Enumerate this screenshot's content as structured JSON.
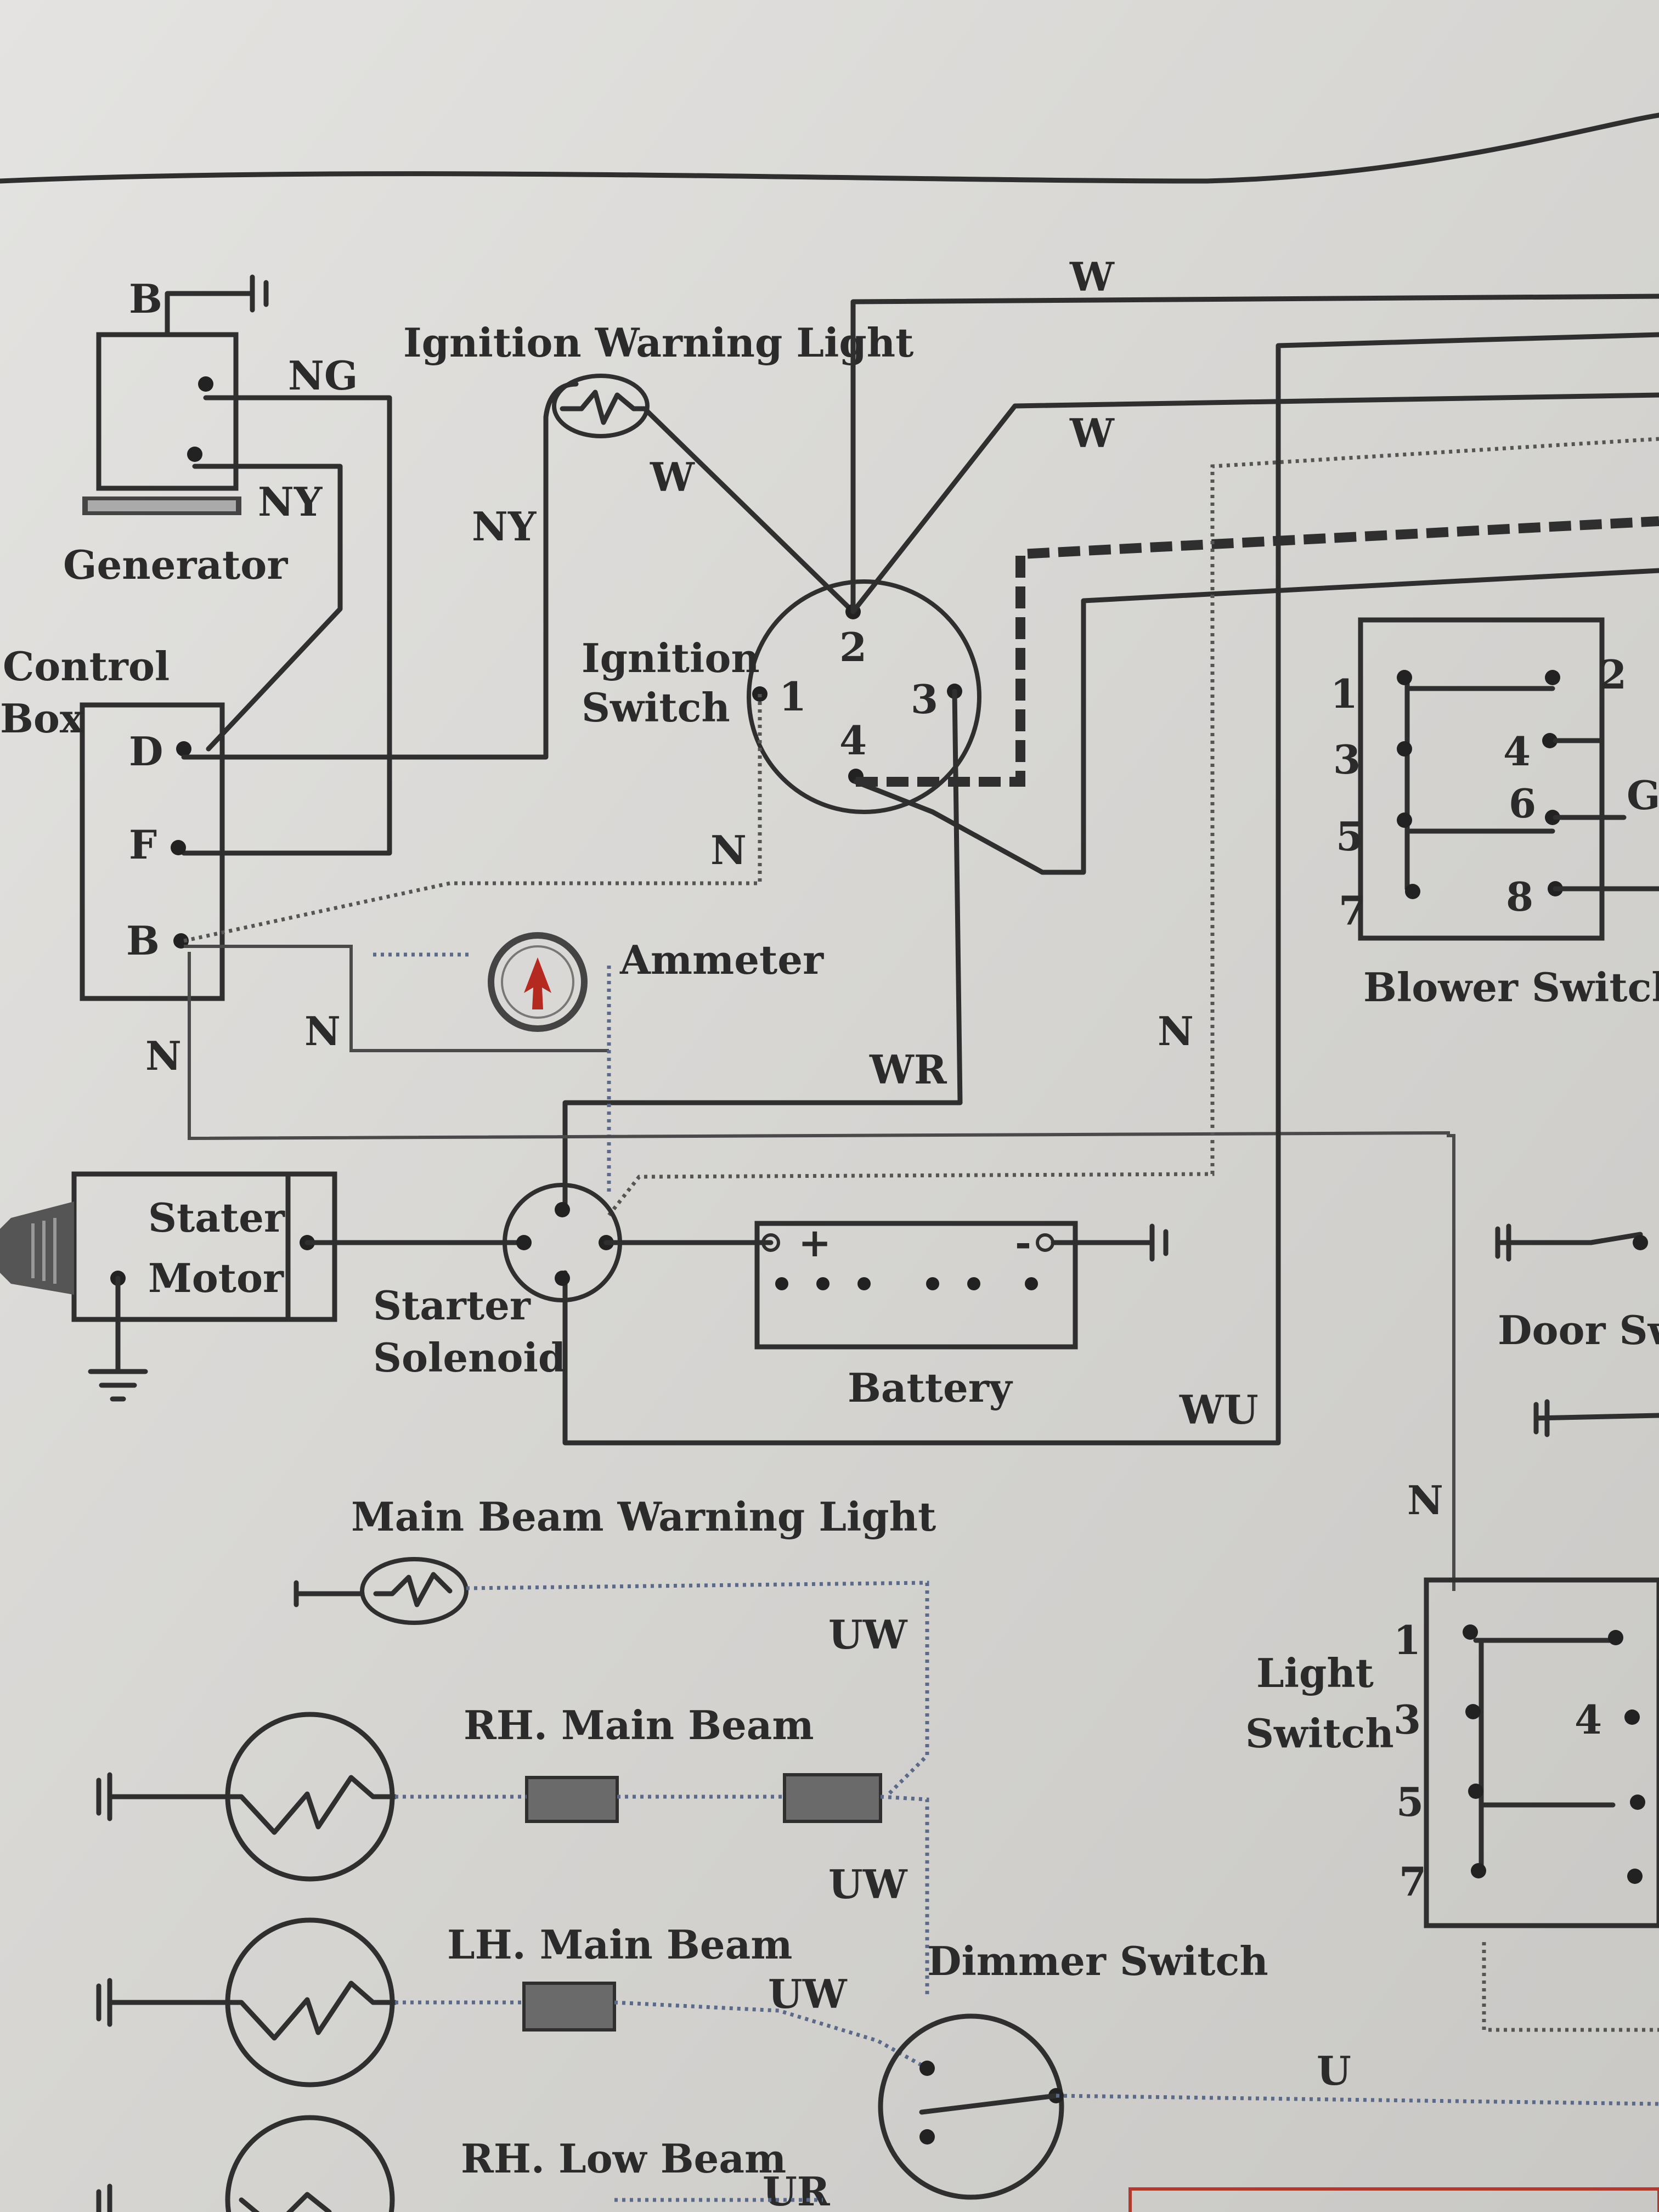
{
  "components": {
    "generator": "Generator",
    "control_box_1": "Control",
    "control_box_2": "Box",
    "control_d": "D",
    "control_f": "F",
    "control_b": "B",
    "gen_b": "B",
    "ignition_warning_light": "Ignition Warning Light",
    "ignition_switch_1": "Ignition",
    "ignition_switch_2": "Switch",
    "ign_t1": "1",
    "ign_t2": "2",
    "ign_t3": "3",
    "ign_t4": "4",
    "ammeter": "Ammeter",
    "stater_motor_1": "Stater",
    "stater_motor_2": "Motor",
    "starter_solenoid_1": "Starter",
    "starter_solenoid_2": "Solenoid",
    "battery": "Battery",
    "battery_plus": "+",
    "battery_minus": "-",
    "blower_switch": "Blower Switch",
    "blower_t1": "1",
    "blower_t2": "2",
    "blower_t3": "3",
    "blower_t4": "4",
    "blower_t5": "5",
    "blower_t6": "6",
    "blower_t7": "7",
    "blower_t8": "8",
    "blower_g": "G",
    "door_switch": "Door Sw",
    "main_beam_warning_light": "Main Beam Warning Light",
    "rh_main_beam": "RH. Main Beam",
    "lh_main_beam": "LH. Main Beam",
    "rh_low_beam": "RH. Low Beam",
    "dimmer_switch": "Dimmer Switch",
    "light_switch_1": "Light",
    "light_switch_2": "Switch",
    "light_t1": "1",
    "light_t3": "3",
    "light_t4": "4",
    "light_t5": "5",
    "light_t7": "7"
  },
  "wires": {
    "ng": "NG",
    "ny_gen": "NY",
    "ny_ign": "NY",
    "w_top1": "W",
    "w_top2": "W",
    "w_ign": "W",
    "n_ign": "N",
    "n_ctrl_b": "N",
    "n_ammeter": "N",
    "wr": "WR",
    "n_mid": "N",
    "wu": "WU",
    "n_right": "N",
    "uw_1": "UW",
    "uw_2": "UW",
    "uw_3": "UW",
    "u": "U",
    "ur": "UR"
  }
}
